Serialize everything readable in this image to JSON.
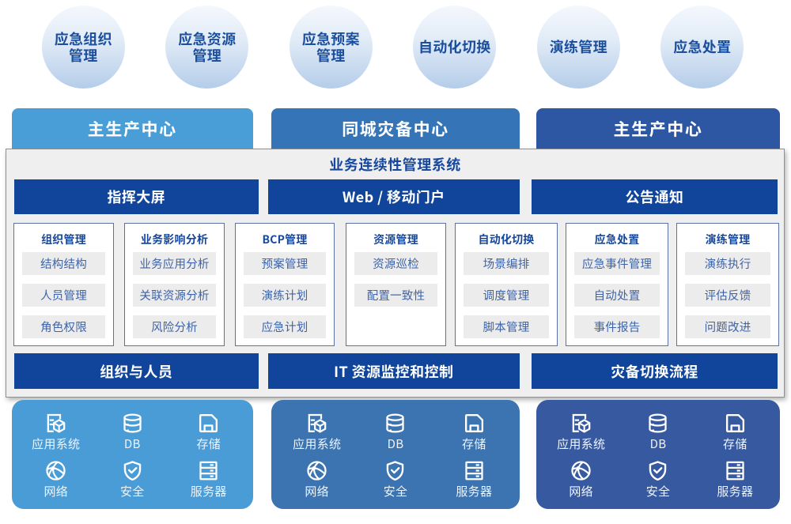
{
  "title": "业务连续性管理系统",
  "bubbles": [
    {
      "label": "应急组织\n管理"
    },
    {
      "label": "应急资源\n管理"
    },
    {
      "label": "应急预案\n管理"
    },
    {
      "label": "自动化切换"
    },
    {
      "label": "演练管理"
    },
    {
      "label": "应急处置"
    }
  ],
  "centers": [
    {
      "label": "主生产中心",
      "variant": "light"
    },
    {
      "label": "同城灾备中心",
      "variant": "medium"
    },
    {
      "label": "主生产中心",
      "variant": "dark"
    }
  ],
  "system": {
    "title": "业务连续性管理系统",
    "portals": [
      {
        "label": "指挥大屏"
      },
      {
        "label": "Web / 移动门户"
      },
      {
        "label": "公告通知"
      }
    ],
    "modules": [
      {
        "title": "组织管理",
        "items": [
          "结构结构",
          "人员管理",
          "角色权限"
        ]
      },
      {
        "title": "业务影响分析",
        "items": [
          "业务应用分析",
          "关联资源分析",
          "风险分析"
        ]
      },
      {
        "title": "BCP管理",
        "items": [
          "预案管理",
          "演练计划",
          "应急计划"
        ]
      },
      {
        "title": "资源管理",
        "items": [
          "资源巡检",
          "配置一致性"
        ]
      },
      {
        "title": "自动化切换",
        "items": [
          "场景编排",
          "调度管理",
          "脚本管理"
        ]
      },
      {
        "title": "应急处置",
        "items": [
          "应急事件管理",
          "自动处置",
          "事件报告"
        ]
      },
      {
        "title": "演练管理",
        "items": [
          "演练执行",
          "评估反馈",
          "问题改进"
        ]
      }
    ],
    "foundations": [
      {
        "label": "组织与人员"
      },
      {
        "label": "IT 资源监控和控制"
      },
      {
        "label": "灾备切换流程"
      }
    ]
  },
  "infrastructure": {
    "items": [
      {
        "icon": "app-system-icon",
        "label": "应用系统"
      },
      {
        "icon": "database-icon",
        "label": "DB"
      },
      {
        "icon": "storage-icon",
        "label": "存储"
      },
      {
        "icon": "network-icon",
        "label": "网络"
      },
      {
        "icon": "security-icon",
        "label": "安全"
      },
      {
        "icon": "server-icon",
        "label": "服务器"
      }
    ]
  },
  "colors": {
    "center_light": "#4A9ED8",
    "center_medium": "#3574B6",
    "center_dark": "#2D57A3",
    "navy_bar": "#10459B",
    "panel_bg": "#EFEFEF",
    "pill_bg": "#ECECEC",
    "title_navy": "#17489D",
    "pill_text": "#3D63A9",
    "infra_light": "#4A9CD7",
    "infra_medium": "#3B74B0",
    "infra_dark": "#3659A0",
    "bubble_top": "#F2F7FC",
    "bubble_bottom": "#B7CFE9"
  }
}
